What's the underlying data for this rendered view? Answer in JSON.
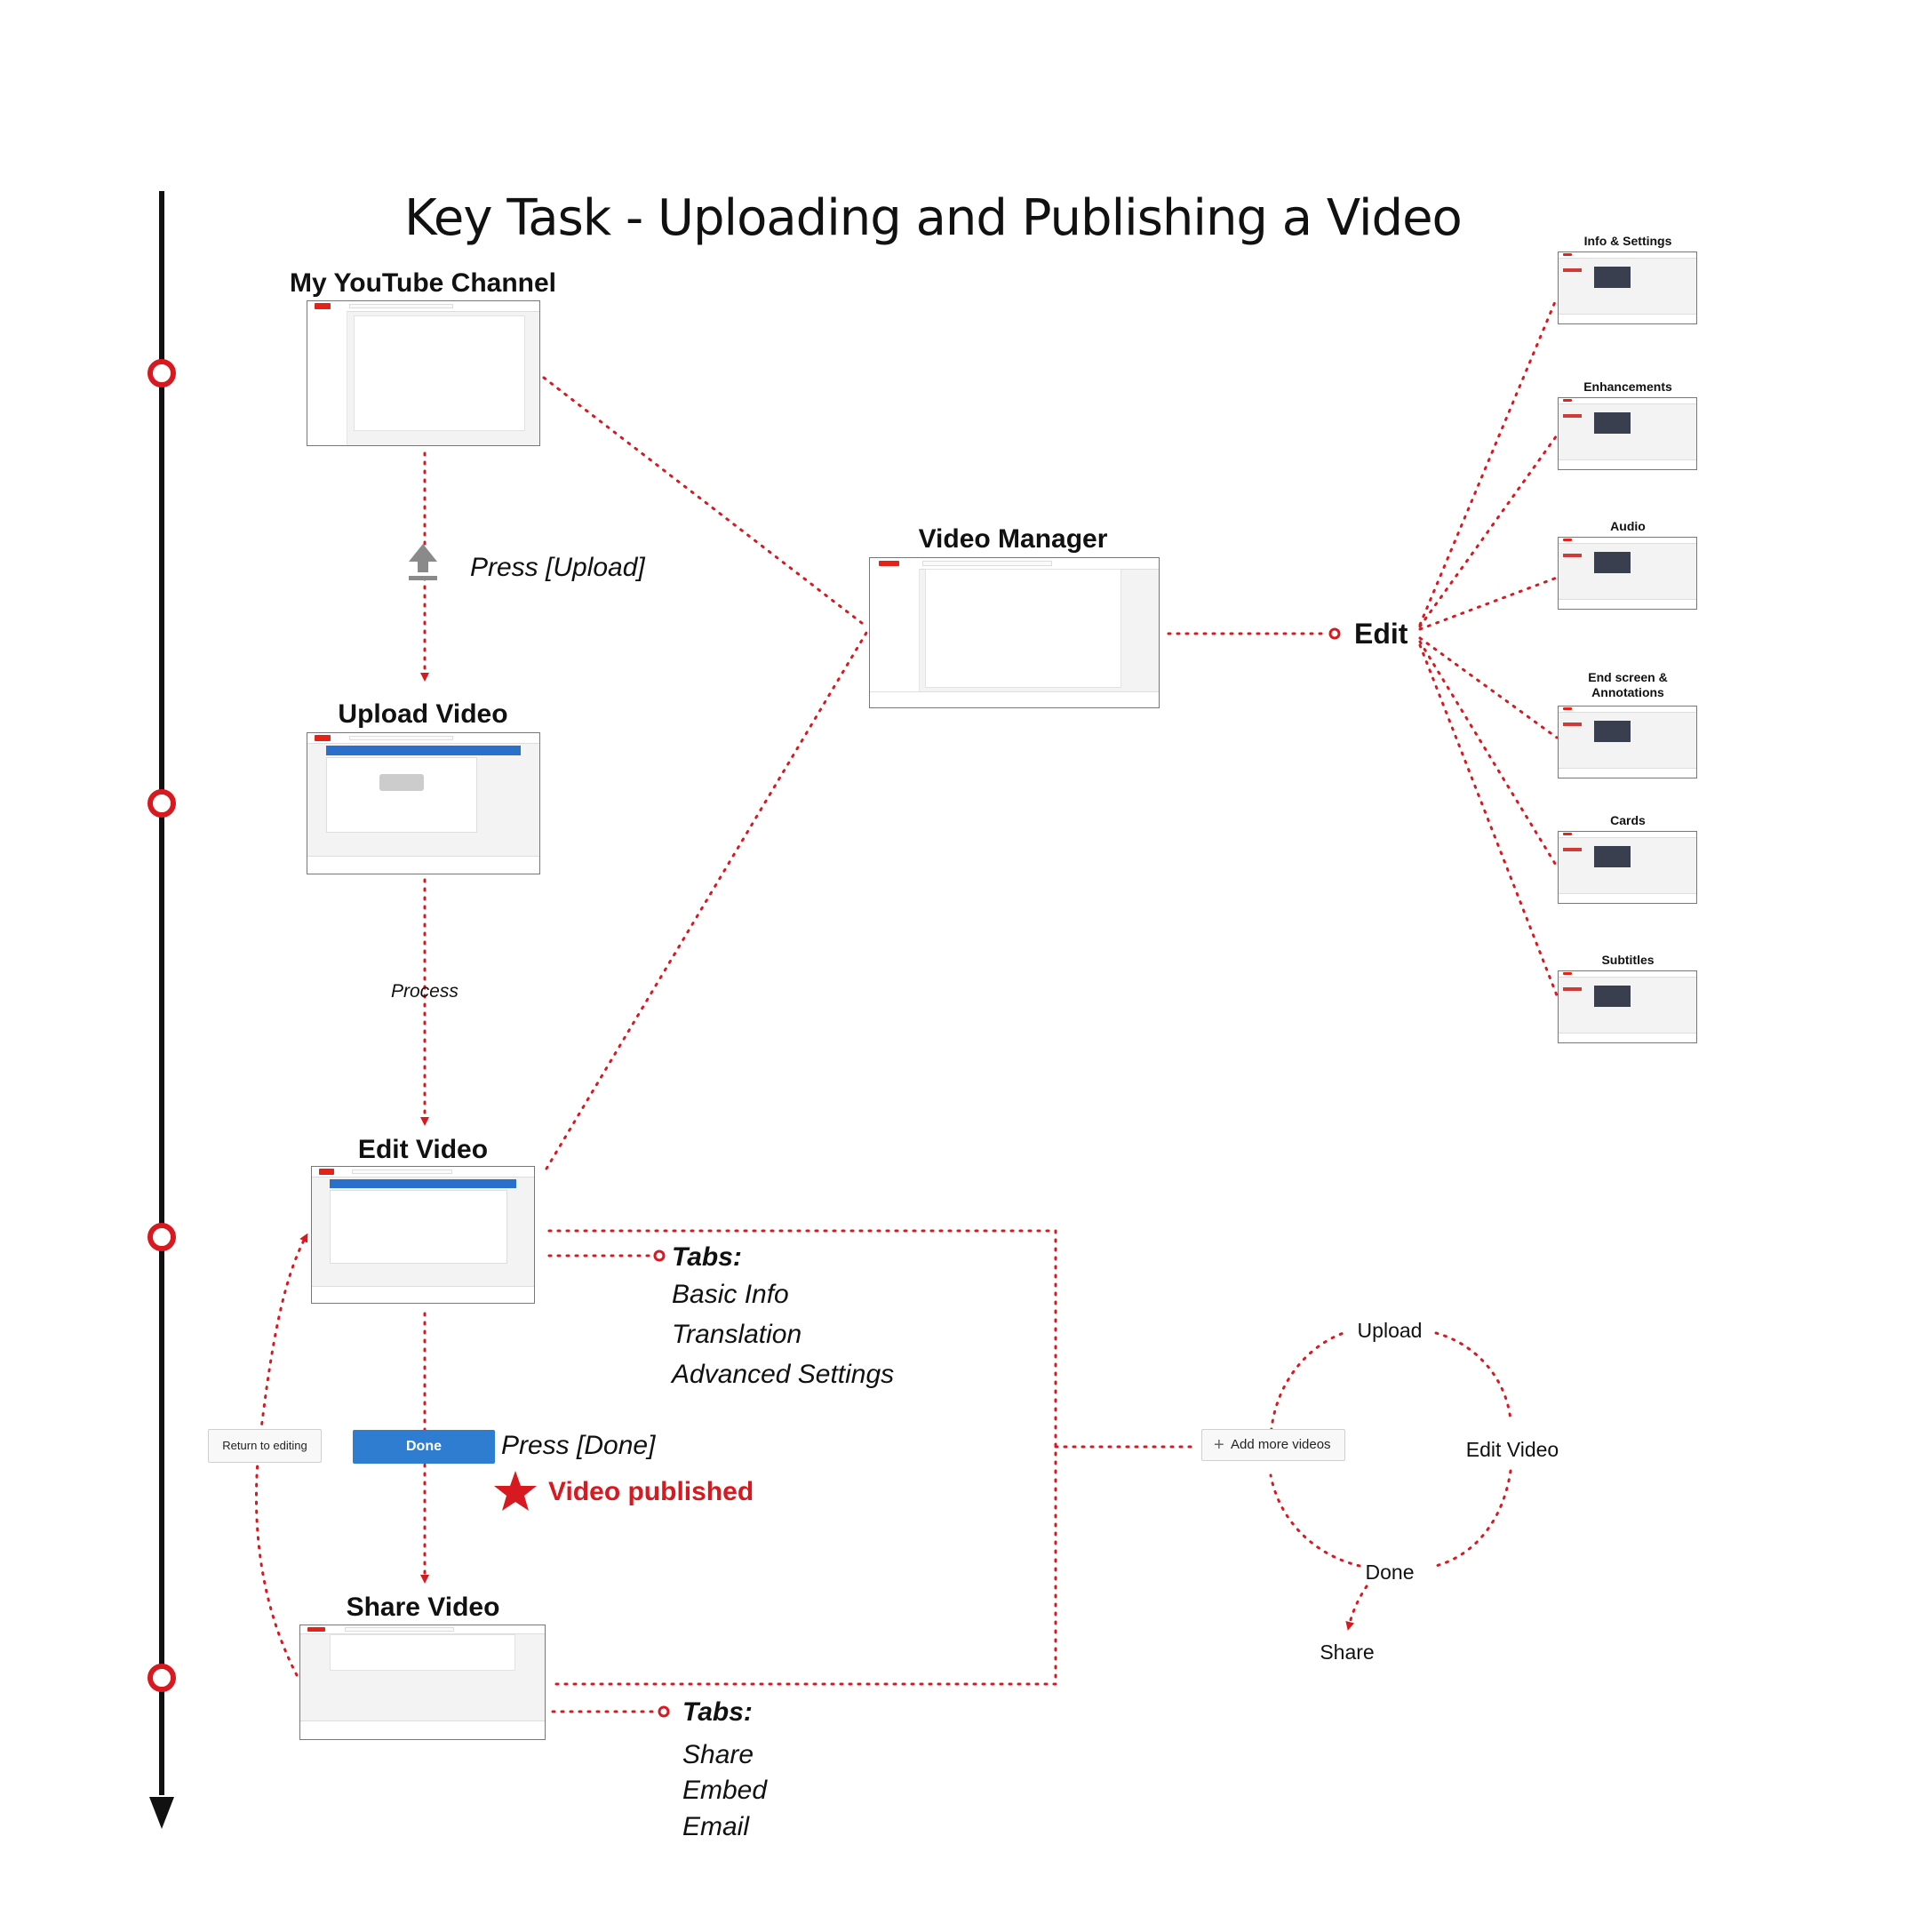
{
  "title": "Key Task - Uploading and Publishing a Video",
  "steps": {
    "channel": "My YouTube Channel",
    "upload_video": "Upload Video",
    "edit_video": "Edit Video",
    "share_video": "Share Video",
    "video_manager": "Video Manager"
  },
  "actions": {
    "press_upload": "Press [Upload]",
    "process": "Process",
    "press_done": "Press [Done]",
    "video_published": "Video published",
    "edit": "Edit"
  },
  "buttons": {
    "done": "Done",
    "return_to_editing": "Return to editing",
    "add_more_videos": "Add more videos"
  },
  "edit_tabs": {
    "heading": "Tabs:",
    "items": [
      "Basic Info",
      "Translation",
      "Advanced Settings"
    ]
  },
  "share_tabs": {
    "heading": "Tabs:",
    "items": [
      "Share",
      "Embed",
      "Email"
    ]
  },
  "edit_screens": [
    "Info & Settings",
    "Enhancements",
    "Audio",
    "End screen &",
    "Annotations",
    "Cards",
    "Subtitles"
  ],
  "cycle": {
    "upload": "Upload",
    "edit_video": "Edit Video",
    "done": "Done",
    "share": "Share"
  },
  "colors": {
    "accent": "#d71920",
    "button_blue": "#2f7dd1",
    "timeline": "#111111"
  },
  "icons": {
    "upload": "upload-arrow-icon",
    "published": "star-icon"
  }
}
